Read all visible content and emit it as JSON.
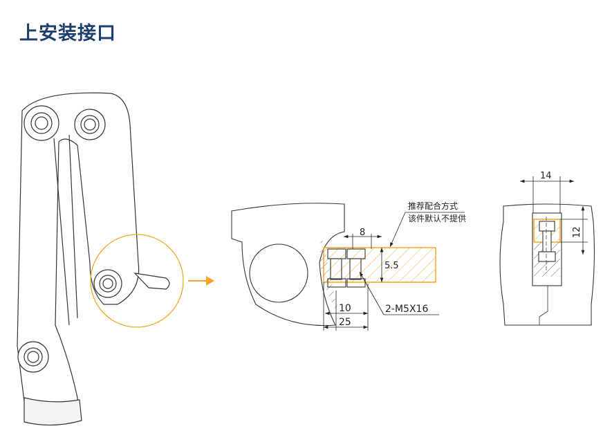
{
  "title": "上安装接口",
  "colors": {
    "title": "#1d3f6e",
    "accent": "#f5a623",
    "line": "#333333"
  },
  "side_view": {
    "dim_top": "8",
    "dim_height": "5.5",
    "dim_inner": "10",
    "dim_outer": "25",
    "screw_label": "2-M5X16",
    "note_line1": "推荐配合方式",
    "note_line2": "该件默认不提供"
  },
  "front_view": {
    "dim_width": "14",
    "dim_height": "12"
  }
}
